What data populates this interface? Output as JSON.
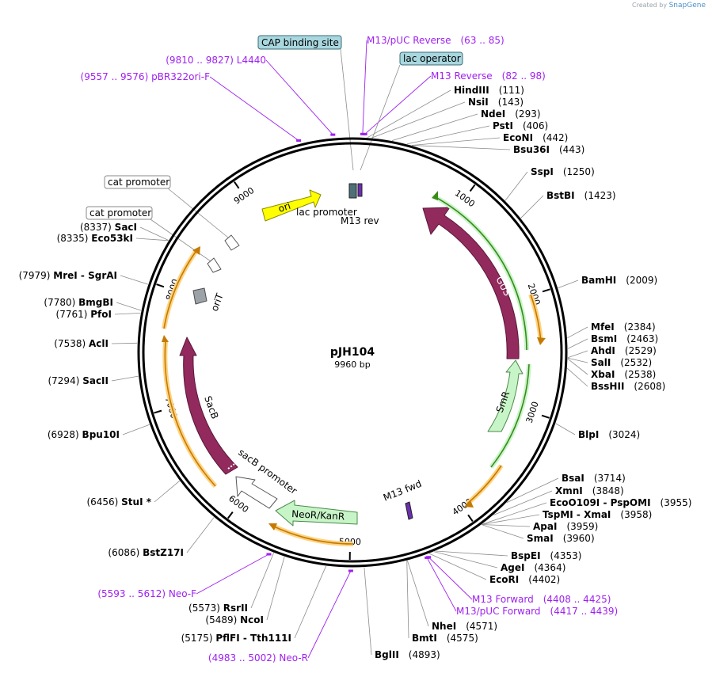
{
  "credit": {
    "prefix": "Created by",
    "brand": "SnapGene"
  },
  "plasmid": {
    "name": "pJH104",
    "length_label": "9960 bp",
    "length": 9960
  },
  "colors": {
    "backbone": "#000000",
    "enzyme_line": "#8c8c8c",
    "primer": "#a020f0",
    "feature_maroon": "#922a5d",
    "ori_yellow": "#ffff00",
    "neo_green": "#c8f5c8",
    "orange_fill": "#ffd27f",
    "green_arrow": "#c8f5c8",
    "callout_blue": "#a8d7df"
  },
  "ticks": [
    {
      "pos": 1000,
      "label": "1000"
    },
    {
      "pos": 2000,
      "label": "2000"
    },
    {
      "pos": 3000,
      "label": "3000"
    },
    {
      "pos": 4000,
      "label": "4000"
    },
    {
      "pos": 5000,
      "label": "5000"
    },
    {
      "pos": 6000,
      "label": "6000"
    },
    {
      "pos": 7000,
      "label": "7000"
    },
    {
      "pos": 8000,
      "label": "8000"
    },
    {
      "pos": 9000,
      "label": "9000"
    }
  ],
  "enzymes_right": [
    {
      "name": "HindIII",
      "pos": "(111)",
      "site": 111
    },
    {
      "name": "NsiI",
      "pos": "(143)",
      "site": 143
    },
    {
      "name": "NdeI",
      "pos": "(293)",
      "site": 293
    },
    {
      "name": "PstI",
      "pos": "(406)",
      "site": 406
    },
    {
      "name": "EcoNI",
      "pos": "(442)",
      "site": 442
    },
    {
      "name": "Bsu36I",
      "pos": "(443)",
      "site": 443
    },
    {
      "name": "SspI",
      "pos": "(1250)",
      "site": 1250
    },
    {
      "name": "BstBI",
      "pos": "(1423)",
      "site": 1423
    },
    {
      "name": "BamHI",
      "pos": "(2009)",
      "site": 2009
    },
    {
      "name": "MfeI",
      "pos": "(2384)",
      "site": 2384
    },
    {
      "name": "BsmI",
      "pos": "(2463)",
      "site": 2463
    },
    {
      "name": "AhdI",
      "pos": "(2529)",
      "site": 2529
    },
    {
      "name": "SalI",
      "pos": "(2532)",
      "site": 2532
    },
    {
      "name": "XbaI",
      "pos": "(2538)",
      "site": 2538
    },
    {
      "name": "BssHII",
      "pos": "(2608)",
      "site": 2608
    },
    {
      "name": "BlpI",
      "pos": "(3024)",
      "site": 3024
    },
    {
      "name": "BsaI",
      "pos": "(3714)",
      "site": 3714
    },
    {
      "name": "XmnI",
      "pos": "(3848)",
      "site": 3848
    },
    {
      "name": "EcoO109I",
      "name2": "PspOMI",
      "pos": "(3955)",
      "site": 3955
    },
    {
      "name": "TspMI",
      "name2": "XmaI",
      "pos": "(3958)",
      "site": 3958
    },
    {
      "name": "ApaI",
      "pos": "(3959)",
      "site": 3959
    },
    {
      "name": "SmaI",
      "pos": "(3960)",
      "site": 3960
    },
    {
      "name": "BspEI",
      "pos": "(4353)",
      "site": 4353
    },
    {
      "name": "AgeI",
      "pos": "(4364)",
      "site": 4364
    },
    {
      "name": "EcoRI",
      "pos": "(4402)",
      "site": 4402
    },
    {
      "name": "NheI",
      "pos": "(4571)",
      "site": 4571
    },
    {
      "name": "BmtI",
      "pos": "(4575)",
      "site": 4575
    },
    {
      "name": "BglII",
      "pos": "(4893)",
      "site": 4893
    }
  ],
  "enzymes_left": [
    {
      "name": "Tth111I",
      "name_pre": "PflFI",
      "pos": "(5175)",
      "site": 5175
    },
    {
      "name": "NcoI",
      "pos": "(5489)",
      "site": 5489
    },
    {
      "name": "RsrII",
      "pos": "(5573)",
      "site": 5573
    },
    {
      "name": "BstZ17I",
      "pos": "(6086)",
      "site": 6086
    },
    {
      "name": "StuI *",
      "pos": "(6456)",
      "site": 6456
    },
    {
      "name": "Bpu10I",
      "pos": "(6928)",
      "site": 6928
    },
    {
      "name": "SacII",
      "pos": "(7294)",
      "site": 7294
    },
    {
      "name": "AclI",
      "pos": "(7538)",
      "site": 7538
    },
    {
      "name": "PfoI",
      "pos": "(7761)",
      "site": 7761
    },
    {
      "name": "BmgBI",
      "pos": "(7780)",
      "site": 7780
    },
    {
      "name": "MreI",
      "name2": "SgrAI",
      "pos": "(7979)",
      "site": 7979
    },
    {
      "name": "Eco53kI",
      "pos": "(8335)",
      "site": 8335
    },
    {
      "name": "SacI",
      "pos": "(8337)",
      "site": 8337
    }
  ],
  "primers": [
    {
      "name": "M13/pUC Reverse",
      "pos": "(63 .. 85)",
      "site": 74
    },
    {
      "name": "M13 Reverse",
      "pos": "(82 .. 98)",
      "site": 90
    },
    {
      "name": "L4440",
      "pos": "(9810 .. 9827)",
      "site": 9818
    },
    {
      "name": "pBR322ori-F",
      "pos": "(9557 .. 9576)",
      "site": 9566
    },
    {
      "name": "M13 Forward",
      "pos": "(4408 .. 4425)",
      "site": 4416
    },
    {
      "name": "M13/pUC Forward",
      "pos": "(4417 .. 4439)",
      "site": 4428
    },
    {
      "name": "Neo-F",
      "pos": "(5593 .. 5612)",
      "site": 5602
    },
    {
      "name": "Neo-R",
      "pos": "(4983 .. 5002)",
      "site": 4992
    }
  ],
  "callouts": [
    {
      "name": "CAP binding site"
    },
    {
      "name": "lac operator"
    },
    {
      "name": "cat promoter"
    },
    {
      "name": "cat promoter"
    }
  ],
  "features": {
    "ori": "ori",
    "gus": "GUS",
    "smr": "SmR",
    "sacb": "SacB",
    "neo": "NeoR/KanR",
    "sacb_promoter": "sacB promoter",
    "orit": "oriT",
    "lac_promoter": "lac promoter",
    "m13rev": "M13 rev",
    "m13fwd": "M13 fwd"
  }
}
